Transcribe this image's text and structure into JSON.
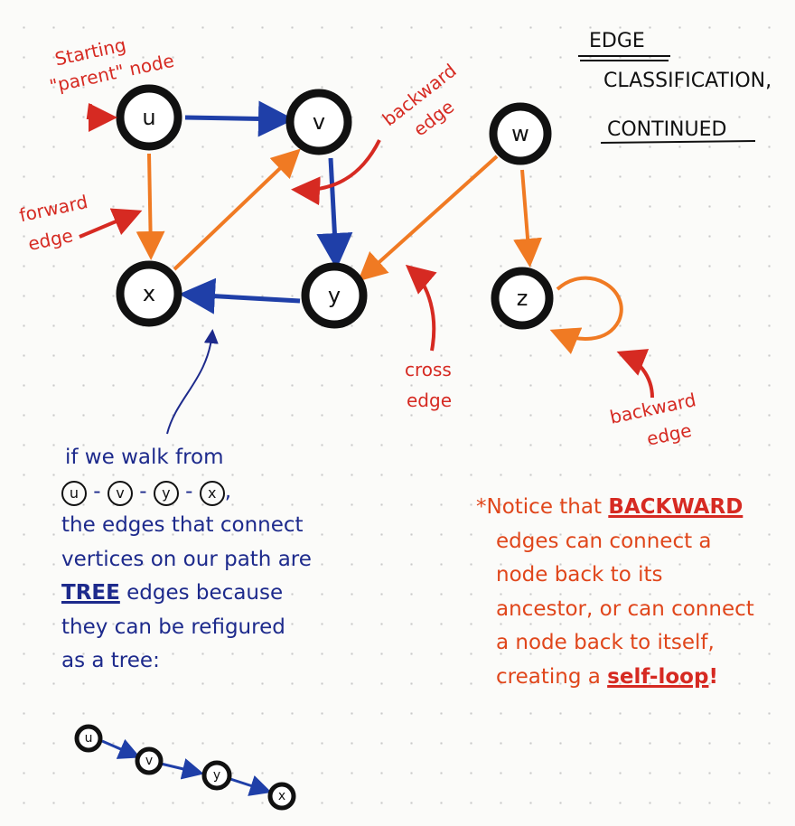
{
  "title": {
    "line1": "EDGE",
    "line2": "CLASSIFICATION,",
    "line3": "CONTINUED"
  },
  "nodes": {
    "u": "u",
    "v": "v",
    "w": "w",
    "x": "x",
    "y": "y",
    "z": "z"
  },
  "annotations": {
    "start_line1": "Starting",
    "start_line2": "\"parent\" node",
    "forward_line1": "forward",
    "forward_line2": "edge",
    "backward1_line1": "backward",
    "backward1_line2": "edge",
    "cross_line1": "cross",
    "cross_line2": "edge",
    "backward2_line1": "backward",
    "backward2_line2": "edge"
  },
  "colors": {
    "tree_edge": "#1f3fa8",
    "other_edge": "#f07a23",
    "annotation": "#d62a22",
    "node_stroke": "#111111"
  },
  "blue_note": {
    "line1": "if we walk from",
    "path": [
      "u",
      "v",
      "y",
      "x"
    ],
    "line3": "the edges that connect",
    "line4": "vertices on our path are",
    "line5_em": "TREE",
    "line5_rest": " edges because",
    "line6": "they can be refigured",
    "line7": "as a tree:"
  },
  "orange_note": {
    "line1_pre": "*Notice that ",
    "line1_em": "BACKWARD",
    "line2": "edges can connect a",
    "line3": "node back to its",
    "line4": "ancestor, or can connect",
    "line5": "a node back to itself,",
    "line6_pre": "creating a ",
    "line6_em": "self-loop",
    "line6_post": "!"
  },
  "tree": [
    "u",
    "v",
    "y",
    "x"
  ]
}
